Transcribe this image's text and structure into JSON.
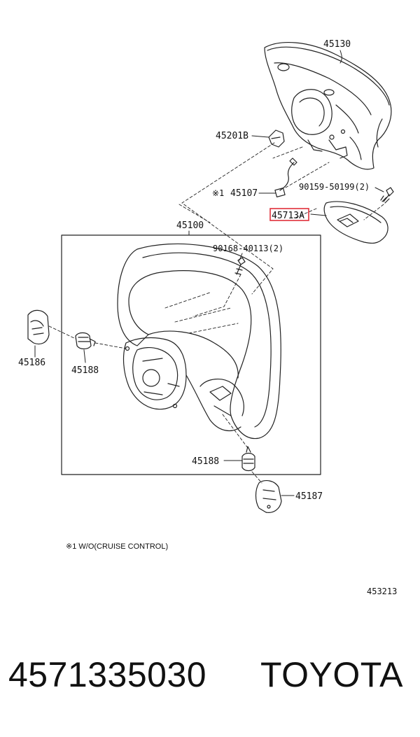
{
  "callouts": {
    "p45130": "45130",
    "p45201B": "45201B",
    "p45107": "45107",
    "p45107_mark": "※1",
    "p90159": "90159-50199(2)",
    "p45713A": "45713A",
    "p45100": "45100",
    "p90168": "90168-40113(2)",
    "p45186": "45186",
    "p45188a": "45188",
    "p45188b": "45188",
    "p45187": "45187"
  },
  "highlight_color": "#e0303a",
  "note": "※1  W/O(CRUISE CONTROL)",
  "figure_number": "453213",
  "footer": {
    "part_number": "4571335030",
    "brand": "TOYOTA"
  }
}
